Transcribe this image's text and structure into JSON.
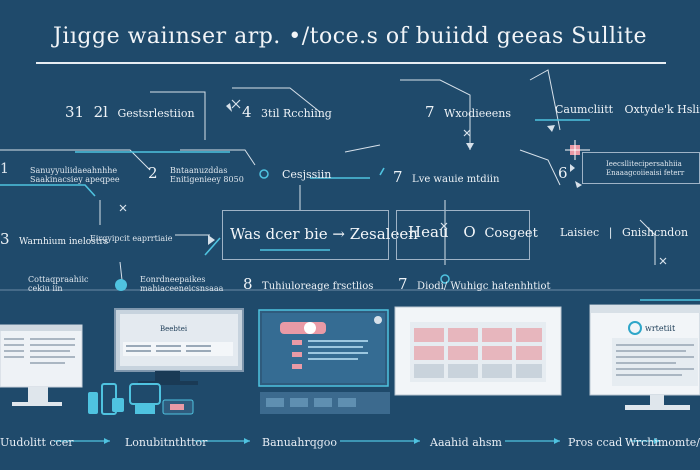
{
  "title": "Jiıgge waiınser arp. •/toce.s of buiidd geeas Sullite",
  "row1": [
    {
      "num": "31",
      "num2": "2l",
      "label": "Gestsrlestiion"
    },
    {
      "num": "4",
      "label": "3til Rcchiing"
    },
    {
      "num": "7",
      "label": "Wxodieeens"
    },
    {
      "label": "Caumcliitt",
      "label2": "Oxtyde'k Hslinnits"
    }
  ],
  "row2": [
    {
      "num": "1",
      "label": "Sanuyyuliidaeahnhhe\nSaakinacsiey apeqpee"
    },
    {
      "num": "2",
      "label": "Bntaanuzddas\nEnitigenieey 8050"
    },
    {
      "label": "Cesjssiin"
    },
    {
      "num": "7",
      "label": "Lve wauie mtdiin"
    },
    {
      "label": "Ieecsllitecipersahhiia\nEnaaagcoiieaisi feterr"
    }
  ],
  "row3": [
    {
      "num": "3",
      "label": "Warnhium inelostrs"
    },
    {
      "label": "Eirgyipcit eaprrtiaie"
    },
    {
      "label": "Was dcer bie → Zesaleen"
    },
    {
      "label": "Heau",
      "num": "O",
      "label2": "Cosgeet"
    },
    {
      "label": "Laisiec",
      "label2": "Gnishcndon"
    }
  ],
  "row4": [
    {
      "label": "Cottaqpraahiic\ncekiu iin"
    },
    {
      "label": "Eonrdneepaikes\nmahiaceeneicsnsaaa"
    },
    {
      "num": "8",
      "label": "Tuhiuloreage frsctlios"
    },
    {
      "num": "7",
      "label": "Diodi/ Wuhigc hatenhhtiot"
    }
  ],
  "bottom": [
    "Uudolitt ccer",
    "Lonubitnthttor",
    "Banuahrqgoo",
    "Aaahid ahsm",
    "Pros ccad",
    "Wrchimomte∕"
  ],
  "screens": {
    "s2_title": "Beebtei",
    "s5_title": "wrtetiit"
  },
  "colors": {
    "background": "#1f4a6b",
    "cyan": "#4fc3e0",
    "pink": "#e99aa6",
    "line": "#d7e1ea"
  },
  "icons": [
    "x-marker-icon",
    "pin-icon",
    "person-icon",
    "device-icon",
    "target-icon"
  ]
}
